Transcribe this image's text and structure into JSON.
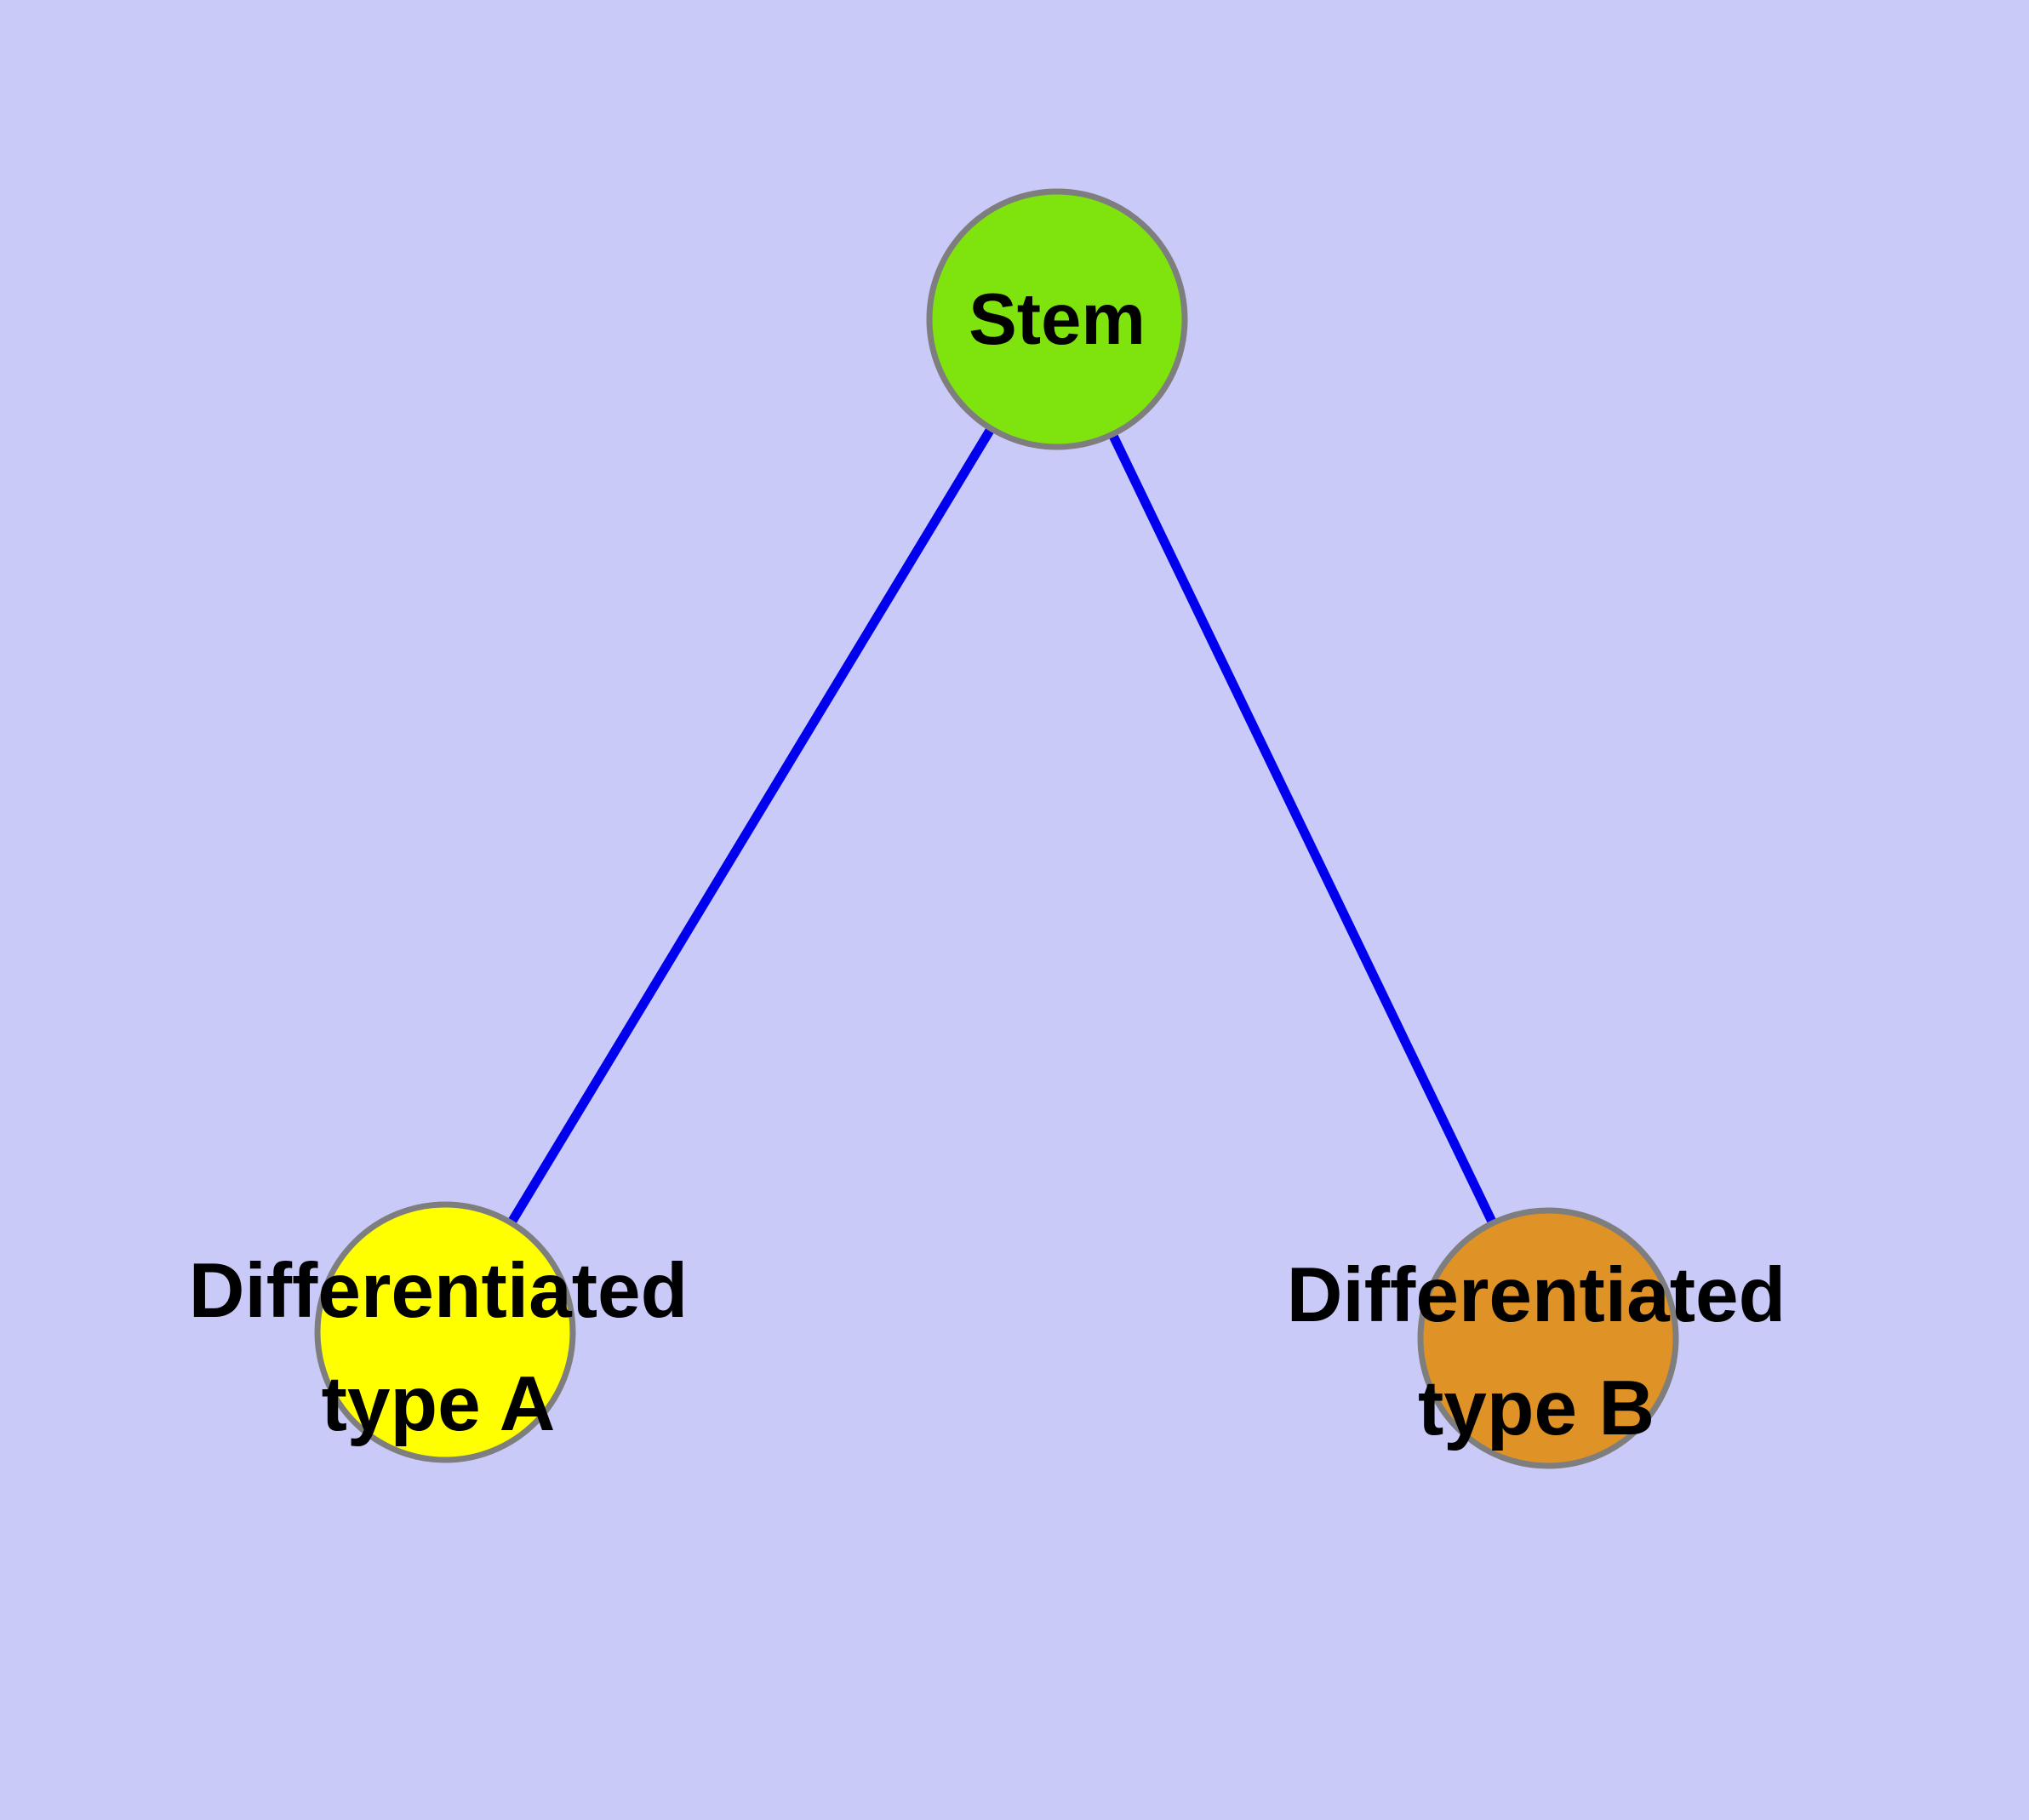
{
  "diagram": {
    "type": "graph",
    "description_of_structure": "tree",
    "nodes": [
      {
        "id": "stem",
        "label": "Stem",
        "fill": "#7FE30E",
        "shape": "circle"
      },
      {
        "id": "differentiated-type-a",
        "label_line1": "Differentiated",
        "label_line2": "type A",
        "fill": "#FFFF00",
        "shape": "circle"
      },
      {
        "id": "differentiated-type-b",
        "label_line1": "Differentiated",
        "label_line2": "type B",
        "fill": "#DF9226",
        "shape": "circle"
      }
    ],
    "edges": [
      {
        "from": "stem",
        "to": "differentiated-type-a"
      },
      {
        "from": "stem",
        "to": "differentiated-type-b"
      }
    ],
    "colors": {
      "background": "#CACAF8",
      "edge": "#0000EE",
      "node_border": "#7E7E7E",
      "label_text": "#000000"
    }
  }
}
